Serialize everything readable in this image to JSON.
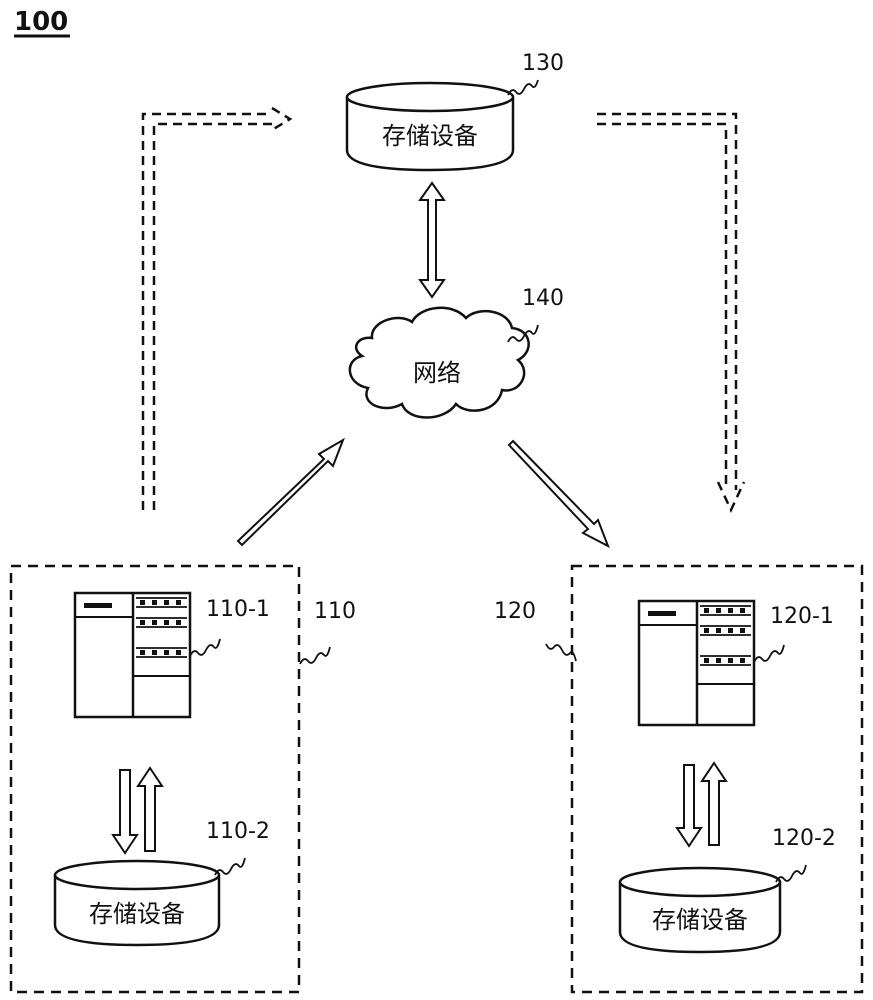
{
  "figure": {
    "number": "100"
  },
  "nodes": {
    "storage_top": {
      "label": "存储设备",
      "ref": "130"
    },
    "network": {
      "label": "网络",
      "ref": "140"
    },
    "system_left": {
      "ref": "110",
      "computer_ref": "110-1",
      "storage_ref": "110-2",
      "storage_label": "存储设备"
    },
    "system_right": {
      "ref": "120",
      "computer_ref": "120-1",
      "storage_ref": "120-2",
      "storage_label": "存储设备"
    }
  }
}
